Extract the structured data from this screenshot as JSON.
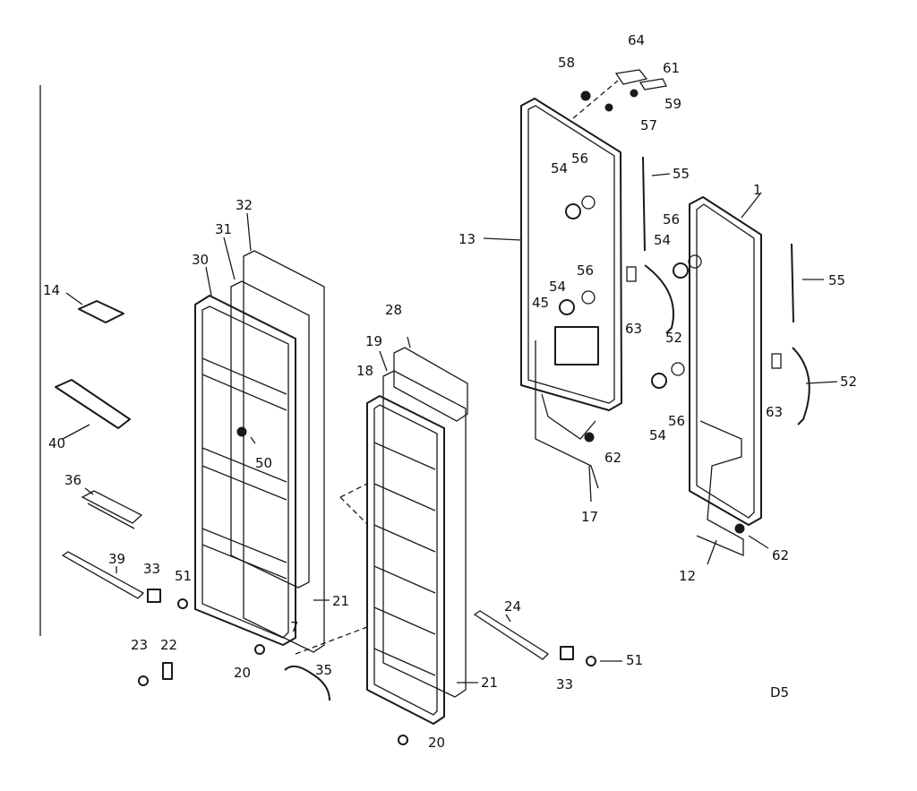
{
  "diagram_code": "D5",
  "callouts": {
    "c64": "64",
    "c61": "61",
    "c58": "58",
    "c59": "59",
    "c57": "57",
    "c55a": "55",
    "c55b": "55",
    "c54a": "54",
    "c56a": "56",
    "c1": "1",
    "c13": "13",
    "c56b": "56",
    "c54b": "54",
    "c54c": "54",
    "c56c": "56",
    "c45": "45",
    "c63a": "63",
    "c52a": "52",
    "c52b": "52",
    "c63b": "63",
    "c54d": "54",
    "c56d": "56",
    "c62a": "62",
    "c17": "17",
    "c62b": "62",
    "c12": "12",
    "c32": "32",
    "c31": "31",
    "c30": "30",
    "c14": "14",
    "c28": "28",
    "c19": "19",
    "c18": "18",
    "c50": "50",
    "c40": "40",
    "c36": "36",
    "c39": "39",
    "c33a": "33",
    "c51a": "51",
    "c21a": "21",
    "c7": "7",
    "c23": "23",
    "c22": "22",
    "c20a": "20",
    "c35": "35",
    "c24": "24",
    "c33b": "33",
    "c51b": "51",
    "c21b": "21",
    "c20b": "20"
  }
}
